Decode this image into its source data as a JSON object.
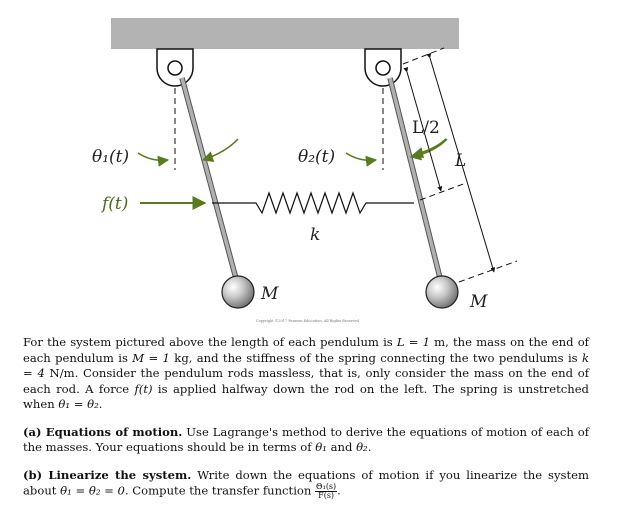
{
  "figure": {
    "theta1_label": "θ₁(t)",
    "theta2_label": "θ₂(t)",
    "force_label": "f(t)",
    "spring_label": "k",
    "mass_left_label": "M",
    "mass_right_label": "M",
    "half_length_label": "L/2",
    "length_label": "L",
    "copyright": "Copyright ©2017 Pearson Education, All Rights Reserved",
    "colors": {
      "ceiling": "#b3b3b3",
      "rod": "#a9a9a9",
      "arrow_green": "#5a7a1e",
      "mass": "#9a9a9a"
    }
  },
  "problem": {
    "intro": {
      "s1": "For the system pictured above the length of each pendulum is ",
      "L_eq": "L = 1",
      "s2": " m, the mass on the end of each pendulum is ",
      "M_eq": "M = 1",
      "s3": " kg, and the stiffness of the spring connecting the two pendulums is ",
      "k_eq": "k = 4",
      "s4": " N/m. Consider the pendulum rods massless, that is, only consider the mass on the end of each rod. A force ",
      "f_sym": "f(t)",
      "s5": " is applied halfway down the rod on the left. The spring is unstretched when ",
      "theta_eq": "θ₁ = θ₂",
      "s6": "."
    },
    "part_a": {
      "heading": "(a) Equations of motion.",
      "body1": " Use Lagrange's method to derive the equations of motion of each of the masses. Your equations should be in terms of ",
      "theta1": "θ₁",
      "and": " and ",
      "theta2": "θ₂",
      "end": "."
    },
    "part_b": {
      "heading": "(b) Linearize the system.",
      "body1": " Write down the equations of motion if you linearize the system about ",
      "theta_eq0": "θ₁ = θ₂ = 0",
      "body2": ". Compute the transfer function ",
      "frac_num": "Θ₁(s)",
      "frac_den": "F(s)",
      "end": "."
    }
  }
}
